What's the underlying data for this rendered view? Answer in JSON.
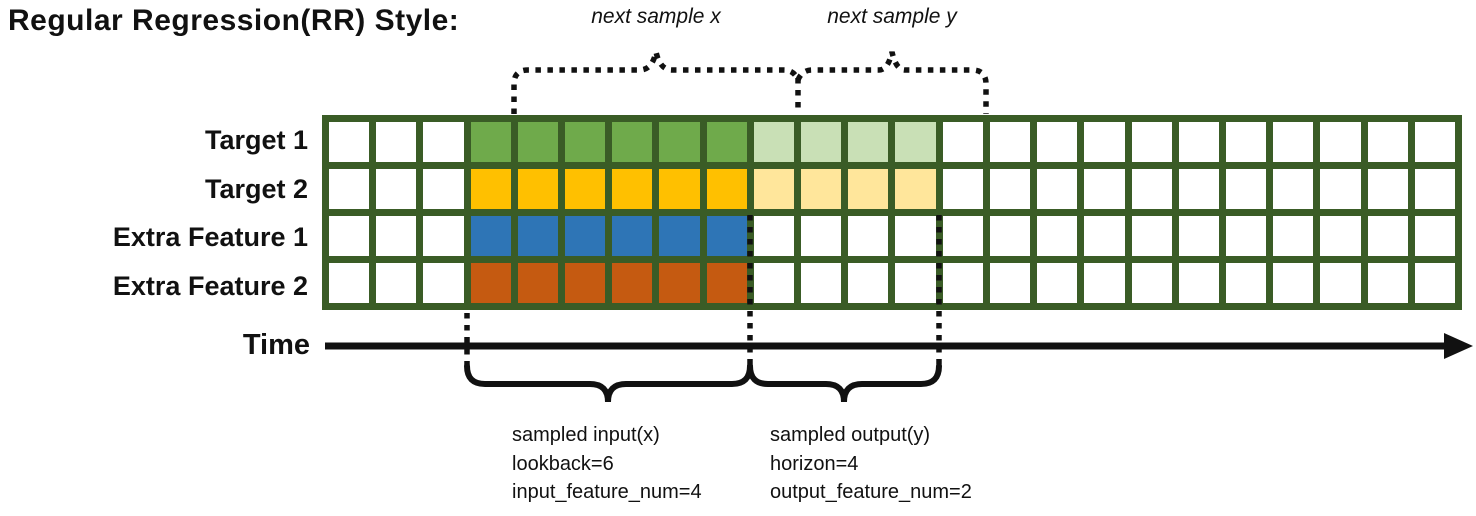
{
  "title": "Regular Regression(RR) Style:",
  "top_annotations": {
    "next_sample_x": "next sample x",
    "next_sample_y": "next sample y"
  },
  "grid": {
    "columns": 24,
    "border_color": "#3a5c26",
    "empty_cell_color": "#ffffff",
    "rows": [
      {
        "label": "Target 1",
        "solid_color": "#6faa4b",
        "light_color": "#c9e0b6",
        "start": 3,
        "solid_count": 6,
        "light_count": 4
      },
      {
        "label": "Target 2",
        "solid_color": "#ffc000",
        "light_color": "#ffe69b",
        "start": 3,
        "solid_count": 6,
        "light_count": 4
      },
      {
        "label": "Extra Feature 1",
        "solid_color": "#2e75b6",
        "light_color": null,
        "start": 3,
        "solid_count": 6,
        "light_count": 0
      },
      {
        "label": "Extra Feature 2",
        "solid_color": "#c55a11",
        "light_color": null,
        "start": 3,
        "solid_count": 6,
        "light_count": 0
      }
    ]
  },
  "time_axis": {
    "label": "Time"
  },
  "bottom_annotations": {
    "input": {
      "lines": [
        "sampled input(x)",
        "lookback=6",
        "input_feature_num=4"
      ]
    },
    "output": {
      "lines": [
        "sampled output(y)",
        "horizon=4",
        "output_feature_num=2"
      ]
    }
  }
}
